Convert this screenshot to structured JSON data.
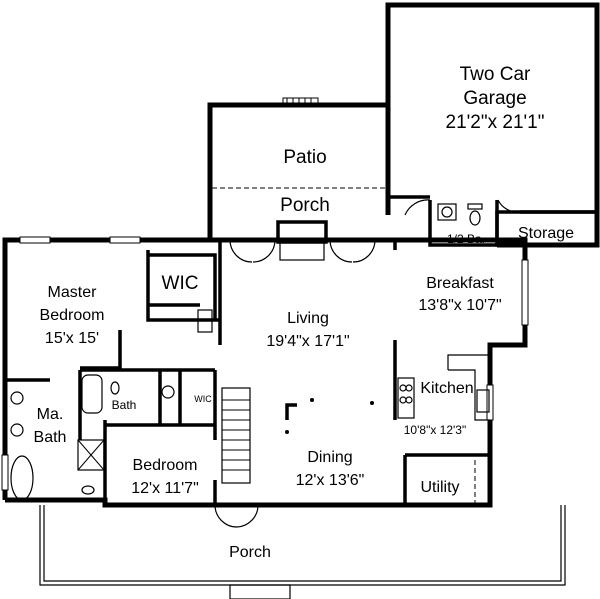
{
  "rooms": {
    "garage": {
      "name1": "Two Car",
      "name2": "Garage",
      "size": "21'2\"x 21'1\""
    },
    "patio": {
      "name": "Patio"
    },
    "rear_porch": {
      "name": "Porch"
    },
    "storage": {
      "name": "Storage"
    },
    "half_bath": {
      "name": "1/2 Ba."
    },
    "breakfast": {
      "name": "Breakfast",
      "size": "13'8\"x 10'7\""
    },
    "master_wic": {
      "name": "WIC"
    },
    "master_bedroom": {
      "name1": "Master",
      "name2": "Bedroom",
      "size": "15'x 15'"
    },
    "living": {
      "name": "Living",
      "size": "19'4\"x 17'1\""
    },
    "kitchen": {
      "name": "Kitchen",
      "size": "10'8\"x 12'3\""
    },
    "bath": {
      "name": "Bath"
    },
    "bedroom_wic": {
      "name": "WIC"
    },
    "master_bath": {
      "name1": "Ma.",
      "name2": "Bath"
    },
    "bedroom": {
      "name": "Bedroom",
      "size": "12'x 11'7\""
    },
    "dining": {
      "name": "Dining",
      "size": "12'x 13'6\""
    },
    "utility": {
      "name": "Utility"
    },
    "front_porch": {
      "name": "Porch"
    }
  }
}
